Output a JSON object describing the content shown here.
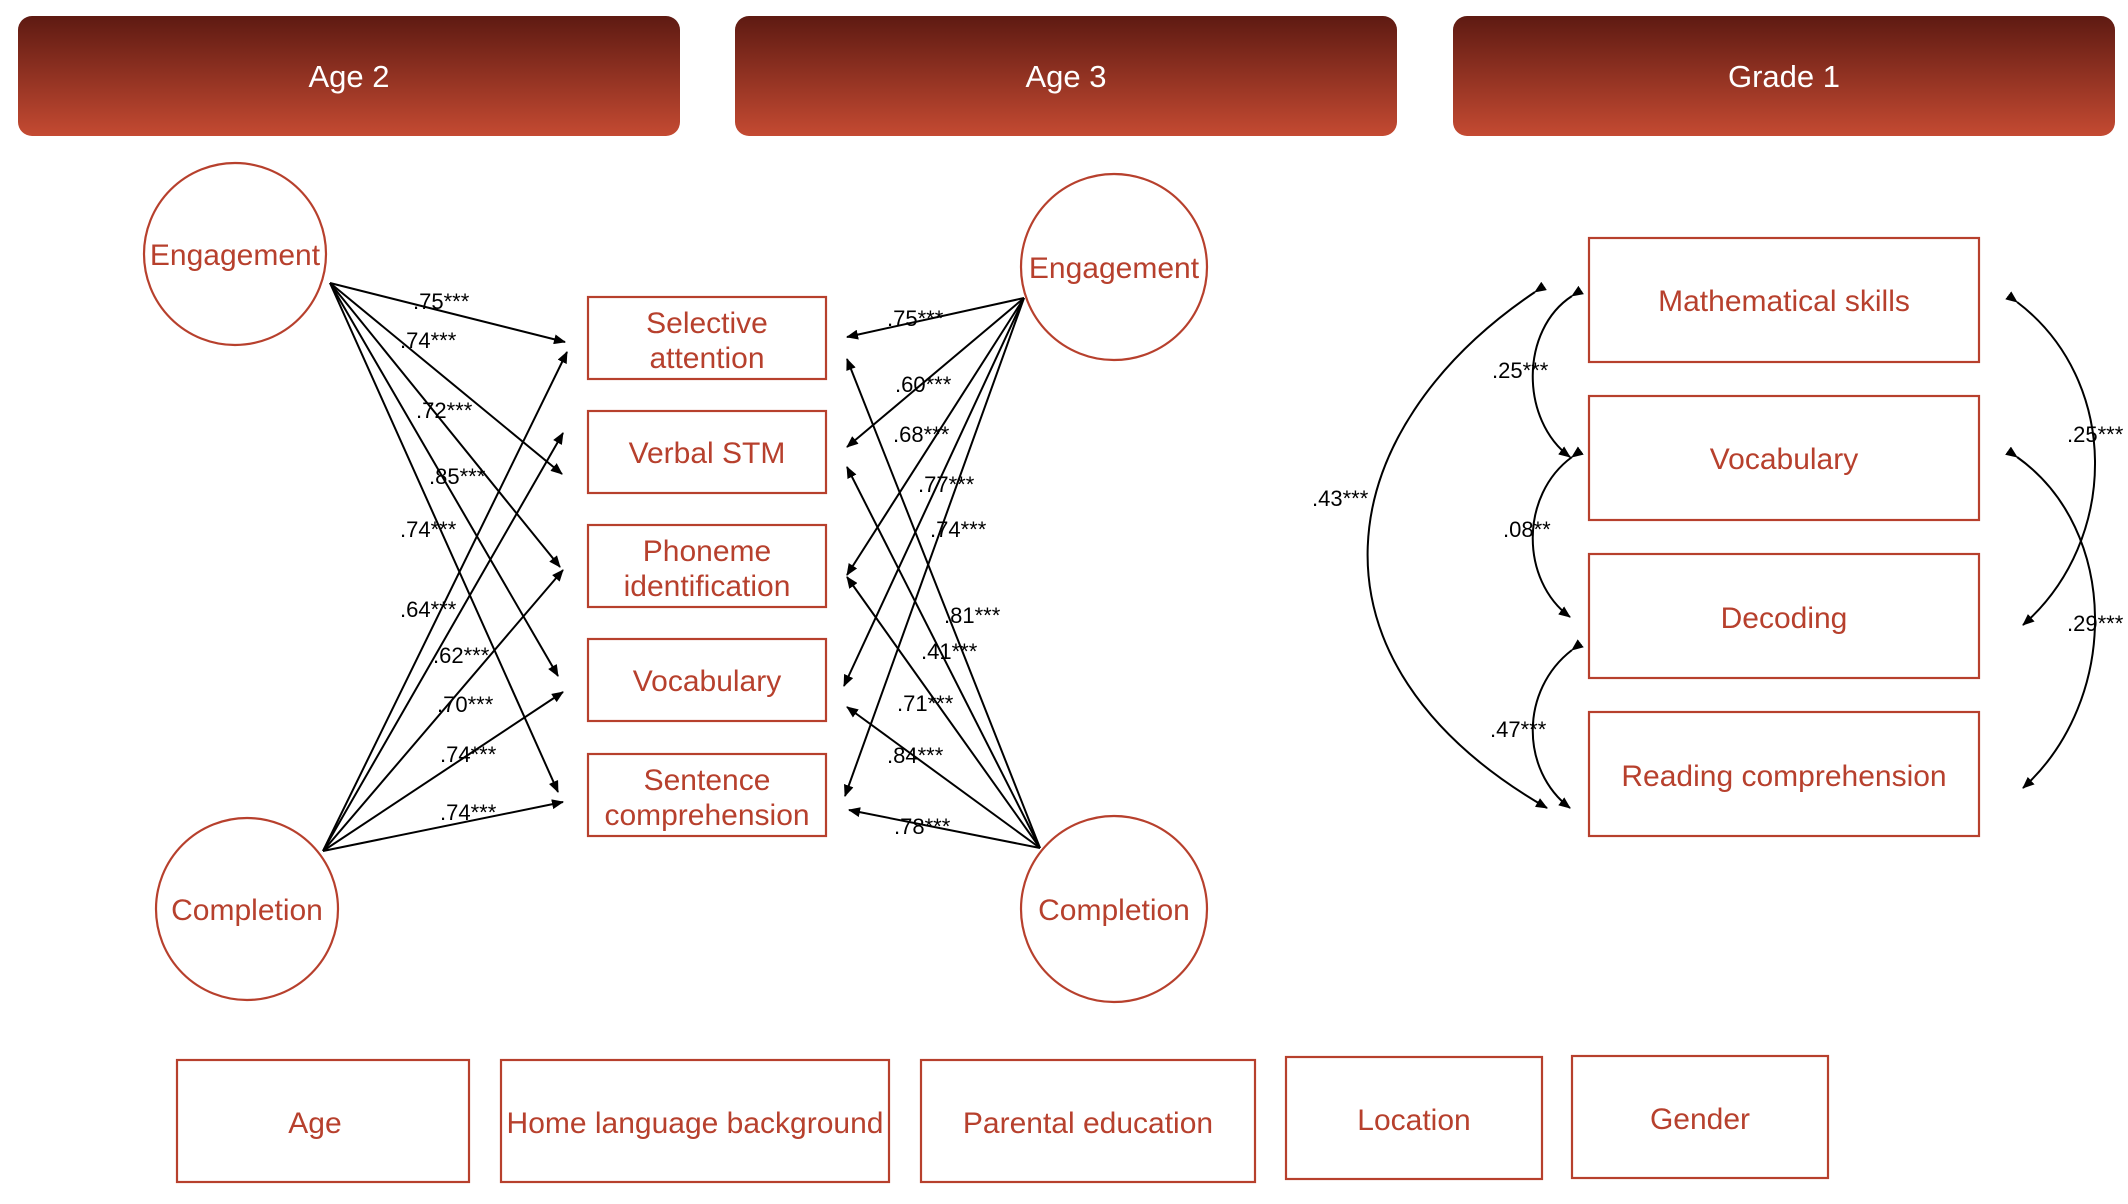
{
  "headers": [
    {
      "id": "h1",
      "label": "Age 2"
    },
    {
      "id": "h2",
      "label": "Age 3"
    },
    {
      "id": "h3",
      "label": "Grade 1"
    }
  ],
  "age2": {
    "engagement": "Engagement",
    "completion": "Completion"
  },
  "age3": {
    "engagement": "Engagement",
    "completion": "Completion"
  },
  "outcomes": [
    {
      "id": "selective-attention",
      "lines": [
        "Selective",
        "attention"
      ]
    },
    {
      "id": "verbal-stm",
      "lines": [
        "Verbal STM"
      ]
    },
    {
      "id": "phoneme-identification",
      "lines": [
        "Phoneme",
        "identification"
      ]
    },
    {
      "id": "vocabulary",
      "lines": [
        "Vocabulary"
      ]
    },
    {
      "id": "sentence-comprehension",
      "lines": [
        "Sentence",
        "comprehension"
      ]
    }
  ],
  "grade1": [
    {
      "id": "mathematical-skills",
      "label": "Mathematical skills"
    },
    {
      "id": "vocabulary-g1",
      "label": "Vocabulary"
    },
    {
      "id": "decoding",
      "label": "Decoding"
    },
    {
      "id": "reading-comprehension",
      "label": "Reading comprehension"
    }
  ],
  "covariates": [
    {
      "id": "age",
      "label": "Age"
    },
    {
      "id": "home-language-background",
      "label": "Home language background"
    },
    {
      "id": "parental-education",
      "label": "Parental education"
    },
    {
      "id": "location",
      "label": "Location"
    },
    {
      "id": "gender",
      "label": "Gender"
    }
  ],
  "paths": {
    "age2_engagement": [
      ".75***",
      ".74***",
      ".72***",
      ".85***",
      ".74***"
    ],
    "age2_completion": [
      ".64***",
      ".62***",
      ".70***",
      ".74***",
      ".74***"
    ],
    "age3_engagement": [
      ".75***",
      ".60***",
      ".68***",
      ".77***",
      ".74***"
    ],
    "age3_completion": [
      ".81***",
      ".41***",
      ".71***",
      ".84***",
      ".78***"
    ],
    "grade1_left": [
      ".25***",
      ".08**",
      ".47***",
      ".43***"
    ],
    "grade1_right": [
      ".25***",
      ".29***"
    ]
  },
  "colors": {
    "accent": "#b7402d",
    "header_top": "#5e1a12",
    "header_bottom": "#c44a32"
  }
}
